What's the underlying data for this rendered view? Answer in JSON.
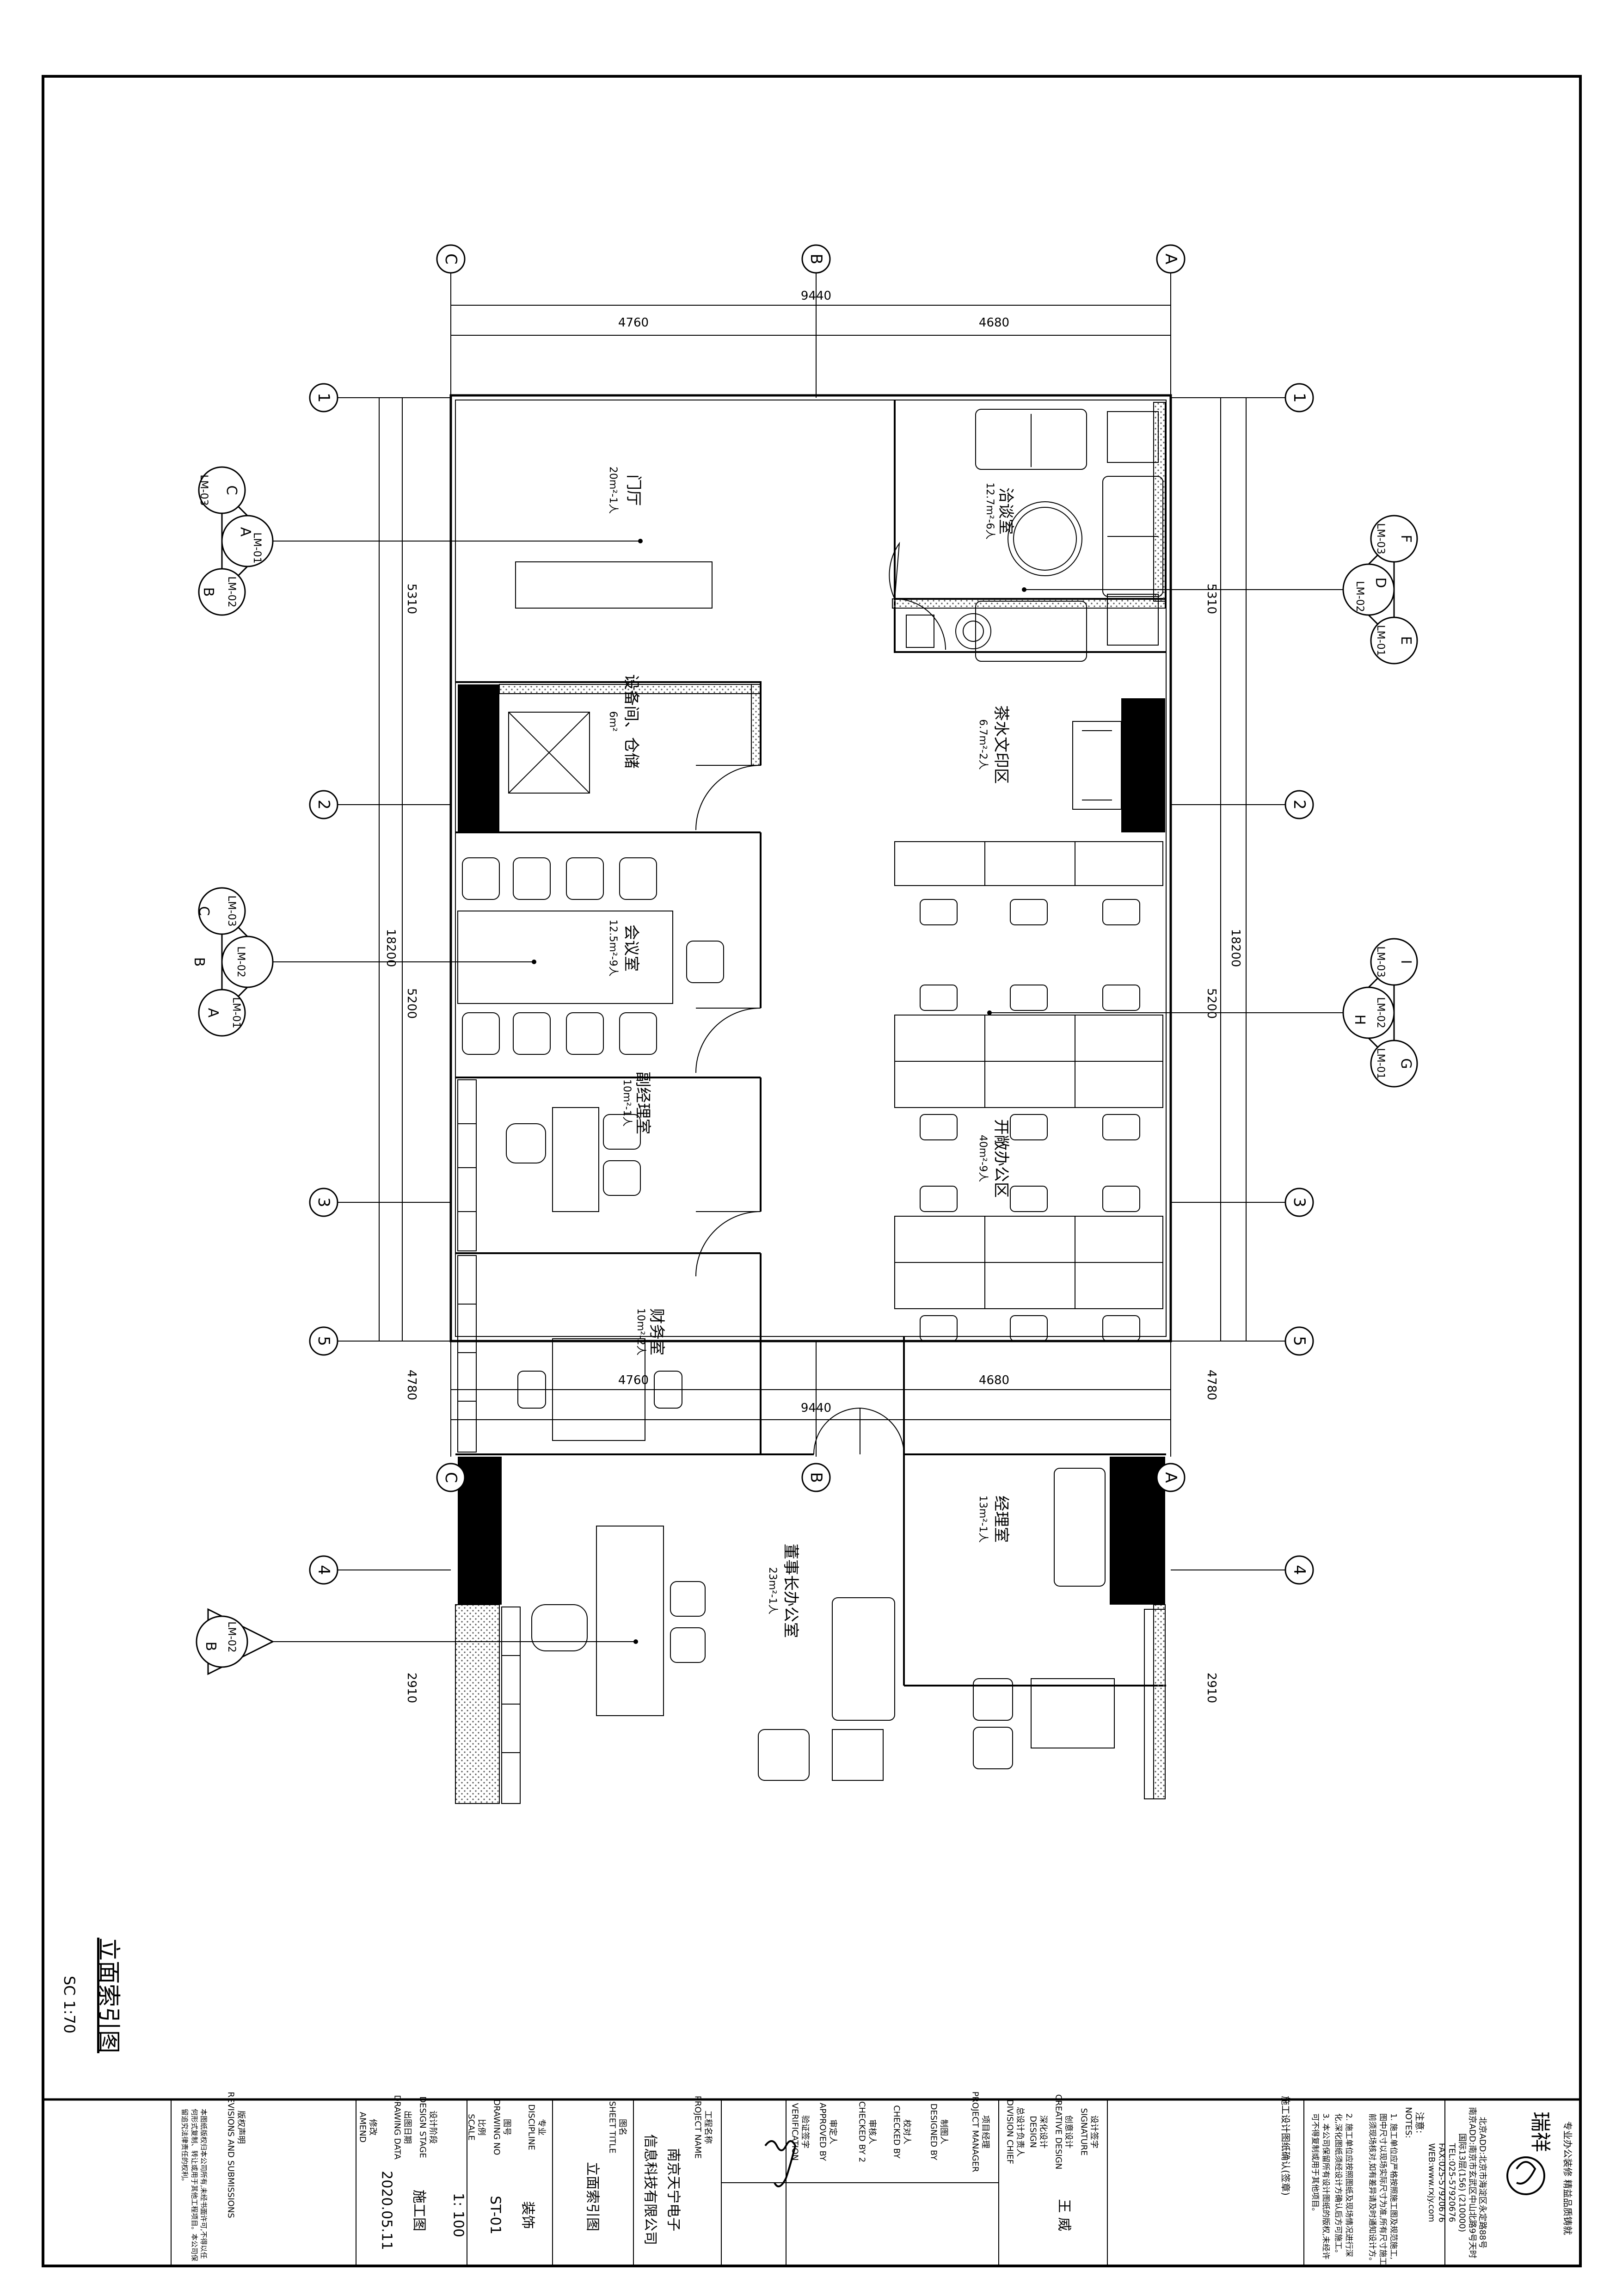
{
  "grid": {
    "columns": [
      "A",
      "B",
      "C"
    ],
    "rows": [
      "1",
      "2",
      "3",
      "4",
      "5"
    ]
  },
  "dimensions": {
    "overall_width": "9440",
    "col_spans": [
      "4760",
      "4680"
    ],
    "overall_length": "18200",
    "row_spans": [
      "5310",
      "5200",
      "4780",
      "2910"
    ]
  },
  "rooms": [
    {
      "id": "lobby",
      "name": "门厅",
      "info": "20m²-1人"
    },
    {
      "id": "reception",
      "name": "洽谈室",
      "info": "12.7m²-6人"
    },
    {
      "id": "storage",
      "name": "设备间、仓储",
      "info": "6m²"
    },
    {
      "id": "tea",
      "name": "茶水文印区",
      "info": "6.7m²-2人"
    },
    {
      "id": "meeting",
      "name": "会议室",
      "info": "12.5m²-9人"
    },
    {
      "id": "vp",
      "name": "副经理室",
      "info": "10m²-1人"
    },
    {
      "id": "open",
      "name": "开敞办公区",
      "info": "40m²-9人"
    },
    {
      "id": "finance",
      "name": "财务室",
      "info": "10m²-2人"
    },
    {
      "id": "chairman",
      "name": "董事长办公室",
      "info": "23m²-1人"
    },
    {
      "id": "manager",
      "name": "经理室",
      "info": "13m²-1人"
    }
  ],
  "index_markers": [
    {
      "id": "m1",
      "letters": [
        "A",
        "C",
        "B"
      ],
      "refs": [
        "LM-01",
        "LM-03",
        "LM-02"
      ]
    },
    {
      "id": "m2",
      "letters": [
        "C",
        "B",
        "A"
      ],
      "refs": [
        "LM-03",
        "LM-02",
        "LM-01"
      ]
    },
    {
      "id": "m3",
      "letters": [
        "B"
      ],
      "refs": [
        "LM-02"
      ]
    },
    {
      "id": "m4",
      "letters": [
        "F",
        "D",
        "E"
      ],
      "refs": [
        "LM-03",
        "LM-02",
        "LM-01"
      ]
    },
    {
      "id": "m5",
      "letters": [
        "I",
        "H",
        "G"
      ],
      "refs": [
        "LM-03",
        "LM-02",
        "LM-01"
      ]
    }
  ],
  "drawing_title": "立面索引图",
  "scale_note": "SC 1:70",
  "title_block": {
    "company_cn": "瑞祥",
    "company_tag": "专业办公装修 精益品质铸就",
    "address_lines": [
      "北京ADD:北京市海淀区永定路88号",
      "南京ADD:南京市玄武区中山北路9号天时",
      "国际13层(156) (210000)",
      "TEL:025-57920676",
      "FAX:025-57920676",
      "WEB:www.rxjy.com"
    ],
    "notes_label": "注意:",
    "notes_label_en": "NOTES:",
    "notes": [
      "1. 施工单位应严格按照施工图及规范施工,图中尺寸以现场实际尺寸为准,所有尺寸施工前须现场核对,如有差异请及时通知设计方。",
      "2. 施工单位应按照图纸及现场情况进行深化,深化图纸须经设计方确认后方可施工。",
      "3. 本公司保留所有设计图纸的版权,未经许可不得复制或用于其他项目。"
    ],
    "confirm_label": "施工设计图纸确认(签章)",
    "designer_sig_label": "设计签字",
    "designer_sig_label_en": "SIGNATURE",
    "creative_label": "创意设计",
    "creative_label_en": "CREATIVE DESIGN",
    "designer_name": "王 威",
    "design_label": "深化设计",
    "design_label_en": "DESIGN",
    "division_label": "总设计负责人",
    "division_label_en": "DIVISION CHIEF",
    "pm_label": "项目经理",
    "pm_label_en": "PROJECT MANAGER",
    "drafter_label": "制图人",
    "drafter_label_en": "DESIGNED BY",
    "checked_label": "校对人",
    "checked_label_en": "CHECKED BY",
    "checked2_label": "审核人",
    "checked2_label_en": "CHECKED BY 2",
    "approved_label": "审定人",
    "approved_label_en": "APPROVED BY",
    "verify_label": "验证签字",
    "verify_label_en": "VERIFICATION",
    "project_label": "工程名称",
    "project_label_en": "PROJECT NAME",
    "project_name_1": "南京天宁电子",
    "project_name_2": "信息科技有限公司",
    "sheet_title_label": "图名",
    "sheet_title_label_en": "SHEET TITLE",
    "sheet_title": "立面索引图",
    "discipline_label": "专业",
    "discipline_label_en": "DISCIPLINE",
    "discipline": "装饰",
    "drawing_no_label": "图号",
    "drawing_no_label_en": "DRAWING NO",
    "drawing_no": "ST-01",
    "scale_label": "比例",
    "scale_label_en": "SCALE",
    "scale": "1: 100",
    "stage_label": "设计阶段",
    "stage_label_en": "DESIGN STAGE",
    "stage": "施工图",
    "date_label": "出图日期",
    "date_label_en": "DRAWING DATA",
    "date": "2020.05.11",
    "amend_label": "修改",
    "amend_label_en": "AMEND",
    "revisions_label": "版权声明",
    "revisions_label_en": "REVISIONS AND SUBMISSIONS",
    "copyright_text": "本图纸版权归本公司所有,未经书面许可,不得以任何形式复制、转让或用于其他工程项目。本公司保留追究法律责任的权利。"
  },
  "colors": {
    "line": "#000000",
    "wall_fill": "#000000",
    "hatch": "#555555",
    "paper": "#ffffff"
  }
}
